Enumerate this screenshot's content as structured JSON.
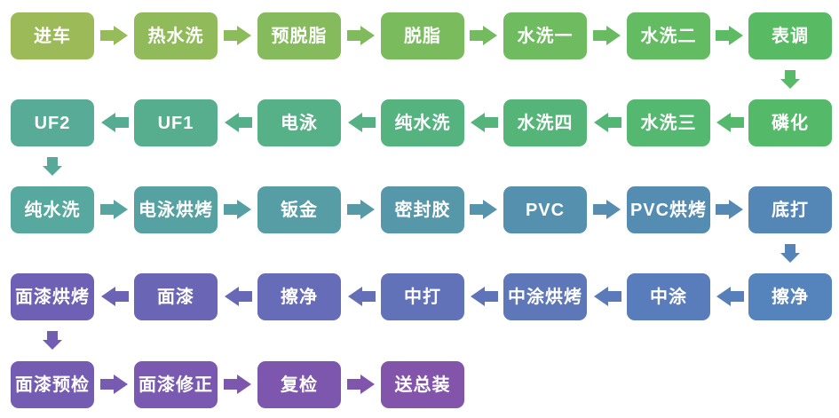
{
  "diagram": {
    "type": "process-flow",
    "background": "#ffffff",
    "text_color": "#ffffff",
    "nodes": [
      {
        "label": "进车",
        "color": "#9CBB58",
        "row": 1,
        "col": 1
      },
      {
        "label": "热水洗",
        "color": "#91BB5A",
        "row": 1,
        "col": 2
      },
      {
        "label": "预脱脂",
        "color": "#85BB5C",
        "row": 1,
        "col": 3
      },
      {
        "label": "脱脂",
        "color": "#7ABB5E",
        "row": 1,
        "col": 4
      },
      {
        "label": "水洗一",
        "color": "#6FBB60",
        "row": 1,
        "col": 5
      },
      {
        "label": "水洗二",
        "color": "#63BB62",
        "row": 1,
        "col": 6
      },
      {
        "label": "表调",
        "color": "#58BB64",
        "row": 1,
        "col": 7
      },
      {
        "label": "磷化",
        "color": "#54BA69",
        "row": 2,
        "col": 7
      },
      {
        "label": "水洗三",
        "color": "#54B871",
        "row": 2,
        "col": 6
      },
      {
        "label": "水洗四",
        "color": "#55B578",
        "row": 2,
        "col": 5
      },
      {
        "label": "纯水洗",
        "color": "#55B380",
        "row": 2,
        "col": 4
      },
      {
        "label": "电泳",
        "color": "#56B088",
        "row": 2,
        "col": 3
      },
      {
        "label": "UF1",
        "color": "#56AE8F",
        "row": 2,
        "col": 2
      },
      {
        "label": "UF2",
        "color": "#57AB97",
        "row": 2,
        "col": 1
      },
      {
        "label": "纯水洗",
        "color": "#57A89E",
        "row": 3,
        "col": 1
      },
      {
        "label": "电泳烘烤",
        "color": "#56A2A2",
        "row": 3,
        "col": 2
      },
      {
        "label": "钣金",
        "color": "#569DA6",
        "row": 3,
        "col": 3
      },
      {
        "label": "密封胶",
        "color": "#5697AA",
        "row": 3,
        "col": 4
      },
      {
        "label": "PVC",
        "color": "#5591AE",
        "row": 3,
        "col": 5
      },
      {
        "label": "PVC烘烤",
        "color": "#558CB2",
        "row": 3,
        "col": 6
      },
      {
        "label": "底打",
        "color": "#5486B6",
        "row": 3,
        "col": 7
      },
      {
        "label": "擦净",
        "color": "#5583BB",
        "row": 4,
        "col": 7
      },
      {
        "label": "中涂",
        "color": "#597DBA",
        "row": 4,
        "col": 6
      },
      {
        "label": "中涂烘烤",
        "color": "#5D77B9",
        "row": 4,
        "col": 5
      },
      {
        "label": "中打",
        "color": "#6272B8",
        "row": 4,
        "col": 4
      },
      {
        "label": "擦净",
        "color": "#666CB7",
        "row": 4,
        "col": 3
      },
      {
        "label": "面漆",
        "color": "#6A66B5",
        "row": 4,
        "col": 2
      },
      {
        "label": "面漆烘烤",
        "color": "#6E60B4",
        "row": 4,
        "col": 1
      },
      {
        "label": "面漆预检",
        "color": "#745CB2",
        "row": 5,
        "col": 1
      },
      {
        "label": "面漆修正",
        "color": "#795AB0",
        "row": 5,
        "col": 2
      },
      {
        "label": "复检",
        "color": "#7D57AD",
        "row": 5,
        "col": 3
      },
      {
        "label": "送总装",
        "color": "#8255AB",
        "row": 5,
        "col": 4
      }
    ],
    "arrows": [
      {
        "dir": "right",
        "color": "#96BB59"
      },
      {
        "dir": "right",
        "color": "#8BBB5B"
      },
      {
        "dir": "right",
        "color": "#7FBB5D"
      },
      {
        "dir": "right",
        "color": "#74BB5F"
      },
      {
        "dir": "right",
        "color": "#69BB61"
      },
      {
        "dir": "right",
        "color": "#5DBB63"
      },
      {
        "dir": "down",
        "color": "#56BA66"
      },
      {
        "dir": "left",
        "color": "#54B96D"
      },
      {
        "dir": "left",
        "color": "#54B674"
      },
      {
        "dir": "left",
        "color": "#55B47C"
      },
      {
        "dir": "left",
        "color": "#55B184"
      },
      {
        "dir": "left",
        "color": "#56AF8B"
      },
      {
        "dir": "left",
        "color": "#56AC93"
      },
      {
        "dir": "down",
        "color": "#57A99A"
      },
      {
        "dir": "right",
        "color": "#56A5A0"
      },
      {
        "dir": "right",
        "color": "#569FA4"
      },
      {
        "dir": "right",
        "color": "#569AA8"
      },
      {
        "dir": "right",
        "color": "#5594AC"
      },
      {
        "dir": "right",
        "color": "#558EB0"
      },
      {
        "dir": "right",
        "color": "#5489B4"
      },
      {
        "dir": "down",
        "color": "#5484B8"
      },
      {
        "dir": "left",
        "color": "#5780BA"
      },
      {
        "dir": "left",
        "color": "#5B7AB9"
      },
      {
        "dir": "left",
        "color": "#5F74B8"
      },
      {
        "dir": "left",
        "color": "#646FB7"
      },
      {
        "dir": "left",
        "color": "#6869B6"
      },
      {
        "dir": "left",
        "color": "#6C63B4"
      },
      {
        "dir": "down",
        "color": "#715EB3"
      },
      {
        "dir": "right",
        "color": "#765BB1"
      },
      {
        "dir": "right",
        "color": "#7B58AE"
      },
      {
        "dir": "right",
        "color": "#7F56AC"
      }
    ]
  }
}
